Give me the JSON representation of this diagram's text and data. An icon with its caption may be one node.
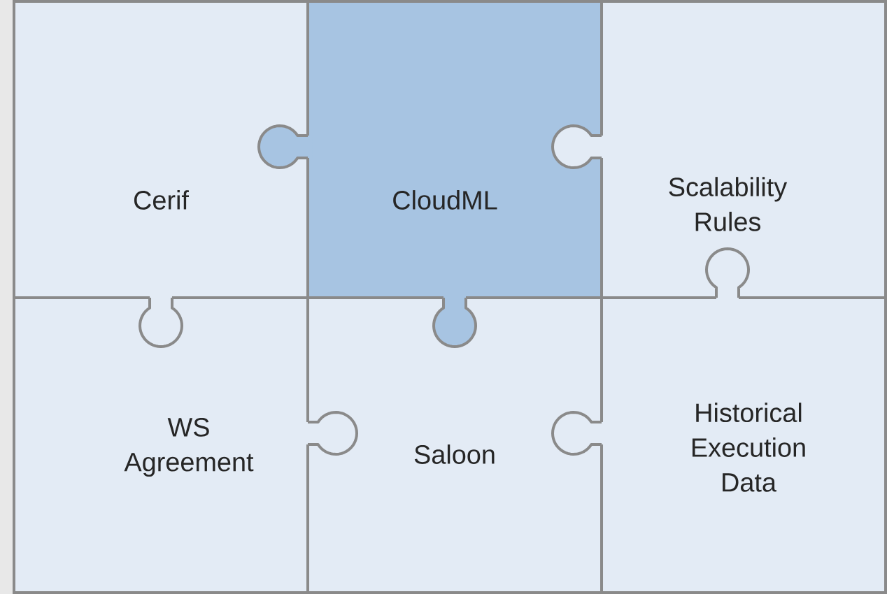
{
  "diagram": {
    "nodes": [
      {
        "text": [
          "Cerif"
        ]
      },
      {
        "text": [
          "CloudML"
        ]
      },
      {
        "text": [
          "Scalability Rules"
        ]
      },
      {
        "text": [
          "WS Agreement"
        ]
      },
      {
        "text": [
          "Saloon"
        ]
      },
      {
        "text": [
          "Historical Execution Data"
        ]
      }
    ]
  }
}
